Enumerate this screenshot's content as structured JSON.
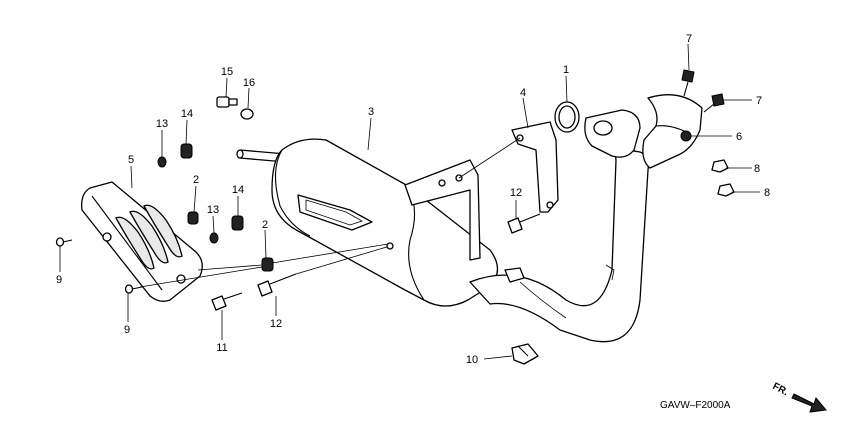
{
  "callouts": {
    "c1": "1",
    "c2a": "2",
    "c2b": "2",
    "c3": "3",
    "c4": "4",
    "c5": "5",
    "c6": "6",
    "c7a": "7",
    "c7b": "7",
    "c8a": "8",
    "c8b": "8",
    "c9a": "9",
    "c9b": "9",
    "c10": "10",
    "c11": "11",
    "c12a": "12",
    "c12b": "12",
    "c13a": "13",
    "c13b": "13",
    "c14a": "14",
    "c14b": "14",
    "c15": "15",
    "c16": "16"
  },
  "diagram_code": "GAVW–F2000A",
  "direction_label": "FR."
}
